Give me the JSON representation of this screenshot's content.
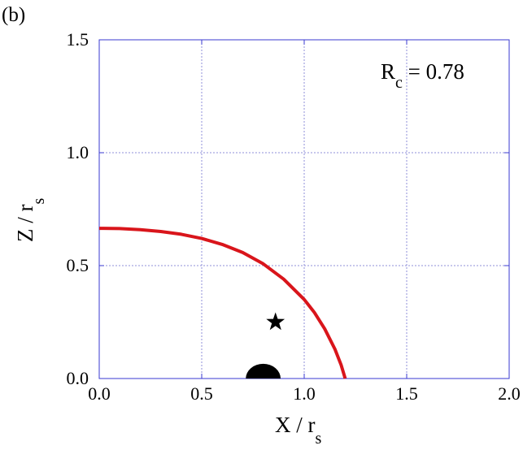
{
  "panel_label": "(b)",
  "chart_data": {
    "type": "line",
    "title": "",
    "xlabel": "X / r",
    "xlabel_sub": "s",
    "ylabel": "Z / r",
    "ylabel_sub": "s",
    "xlim": [
      0.0,
      2.0
    ],
    "ylim": [
      0.0,
      1.5
    ],
    "x_ticks": [
      "0.0",
      "0.5",
      "1.0",
      "1.5",
      "2.0"
    ],
    "y_ticks": [
      "0.0",
      "0.5",
      "1.0",
      "1.5"
    ],
    "grid": true,
    "annotation": {
      "prefix": "R",
      "sub": "c",
      "suffix": " = 0.78"
    },
    "series": [
      {
        "kind": "curve",
        "color": "#d9151b",
        "points": [
          [
            0.0,
            0.665
          ],
          [
            0.1,
            0.664
          ],
          [
            0.2,
            0.659
          ],
          [
            0.3,
            0.651
          ],
          [
            0.4,
            0.639
          ],
          [
            0.5,
            0.62
          ],
          [
            0.6,
            0.594
          ],
          [
            0.7,
            0.558
          ],
          [
            0.8,
            0.508
          ],
          [
            0.9,
            0.44
          ],
          [
            1.0,
            0.35
          ],
          [
            1.05,
            0.292
          ],
          [
            1.1,
            0.22
          ],
          [
            1.15,
            0.13
          ],
          [
            1.18,
            0.06
          ],
          [
            1.2,
            0.0
          ]
        ]
      },
      {
        "kind": "star",
        "color": "#000000",
        "x": 0.86,
        "y": 0.25
      },
      {
        "kind": "filled-cap",
        "color": "#000000",
        "center_x": 0.8,
        "radius_x": 0.085,
        "height": 0.065
      }
    ]
  }
}
